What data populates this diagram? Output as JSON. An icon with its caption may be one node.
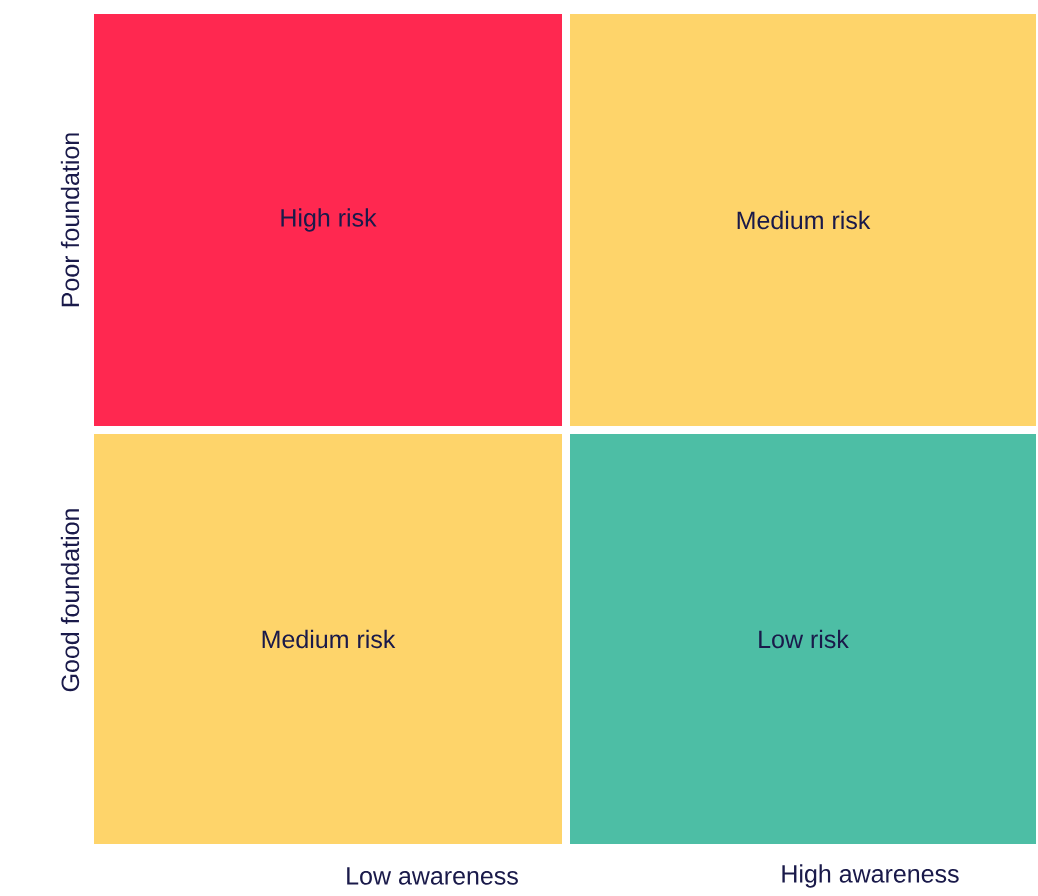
{
  "diagram": {
    "nodes": [
      {
        "text": [
          "High risk"
        ]
      },
      {
        "text": [
          "Medium risk"
        ]
      },
      {
        "text": [
          "Medium risk"
        ]
      },
      {
        "text": [
          "Low risk"
        ]
      }
    ],
    "labels": [
      "Poor foundation",
      "Good foundation",
      "Low awareness",
      "High awareness"
    ]
  }
}
